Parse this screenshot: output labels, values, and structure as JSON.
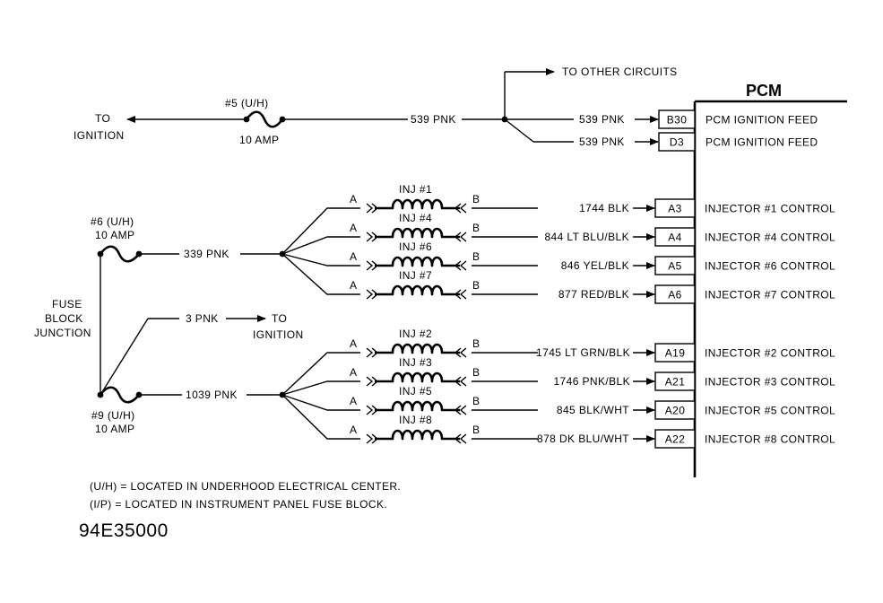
{
  "pcm": {
    "title": "PCM",
    "feed_pins": [
      {
        "pin": "B30",
        "wire": "539 PNK",
        "function": "PCM IGNITION FEED"
      },
      {
        "pin": "D3",
        "wire": "539 PNK",
        "function": "PCM IGNITION FEED"
      }
    ],
    "injector_pins": [
      {
        "pin": "A3",
        "wire": "1744 BLK",
        "function": "INJECTOR #1 CONTROL",
        "injector": "INJ #1"
      },
      {
        "pin": "A4",
        "wire": "844 LT BLU/BLK",
        "function": "INJECTOR #4 CONTROL",
        "injector": "INJ #4"
      },
      {
        "pin": "A5",
        "wire": "846 YEL/BLK",
        "function": "INJECTOR #6 CONTROL",
        "injector": "INJ #6"
      },
      {
        "pin": "A6",
        "wire": "877 RED/BLK",
        "function": "INJECTOR #7 CONTROL",
        "injector": "INJ #7"
      },
      {
        "pin": "A19",
        "wire": "1745 LT GRN/BLK",
        "function": "INJECTOR #2 CONTROL",
        "injector": "INJ #2"
      },
      {
        "pin": "A21",
        "wire": "1746 PNK/BLK",
        "function": "INJECTOR #3 CONTROL",
        "injector": "INJ #3"
      },
      {
        "pin": "A20",
        "wire": "845 BLK/WHT",
        "function": "INJECTOR #5 CONTROL",
        "injector": "INJ #5"
      },
      {
        "pin": "A22",
        "wire": "878 DK BLU/WHT",
        "function": "INJECTOR #8 CONTROL",
        "injector": "INJ #8"
      }
    ]
  },
  "top_circuit": {
    "to_ignition_1": "TO",
    "to_ignition_2": "IGNITION",
    "fuse_name": "#5 (U/H)",
    "fuse_rating": "10 AMP",
    "wire_main": "539 PNK",
    "other_circuits": "TO OTHER CIRCUITS"
  },
  "fuse6": {
    "name": "#6 (U/H)",
    "rating": "10 AMP",
    "wire": "339 PNK"
  },
  "fuse9": {
    "name": "#9 (U/H)",
    "rating": "10 AMP",
    "wire": "1039 PNK"
  },
  "junction": {
    "line1": "FUSE",
    "line2": "BLOCK",
    "line3": "JUNCTION"
  },
  "ignition_branch": {
    "wire": "3 PNK",
    "to_1": "TO",
    "to_2": "IGNITION"
  },
  "terminal_labels": {
    "a": "A",
    "b": "B"
  },
  "notes": [
    "(U/H) = LOCATED IN UNDERHOOD ELECTRICAL CENTER.",
    "(I/P) = LOCATED IN INSTRUMENT PANEL FUSE BLOCK."
  ],
  "figure_code": "94E35000"
}
